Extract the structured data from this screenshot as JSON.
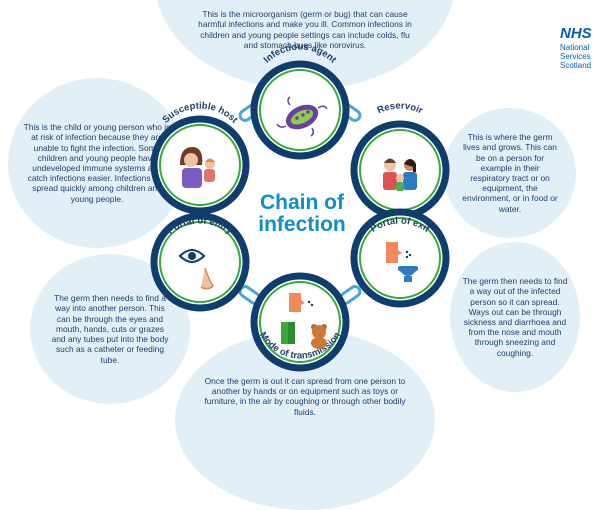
{
  "title": "Chain of\ninfection",
  "logo": {
    "mark": "NHS",
    "sub": "National\nServices\nScotland"
  },
  "colors": {
    "ring": "#0f3d6e",
    "ring_fill": "#ffffff",
    "link": "#4aa8d8",
    "band": "#3aaa35",
    "blob": "#e3eff7",
    "title": "#0c8fcf",
    "text": "#1f3f6b"
  },
  "nodes": [
    {
      "label": "Infectious agent",
      "icon": "bacteria-icon"
    },
    {
      "label": "Reservoir",
      "icon": "family-icon"
    },
    {
      "label": "Portal of exit",
      "icon": "sneeze-toilet-icon"
    },
    {
      "label": "Mode of transmission",
      "icon": "sneeze-teddy-door-icon"
    },
    {
      "label": "Portal of entry",
      "icon": "eye-nose-icon"
    },
    {
      "label": "Susceptible host",
      "icon": "mother-child-icon"
    }
  ],
  "descriptions": {
    "infectious_agent": "This is the microorganism (germ or bug) that can cause harmful infections and make you ill. Common infections in children and young people settings can include colds, flu and stomach bugs like norovirus.",
    "reservoir": "This is where the germ lives and grows. This can be on a person for example in their respiratory tract or on equipment, the environment, or in food or water.",
    "portal_of_exit": "The germ then needs to find a way out of the infected person so it can spread. Ways out can be through sickness and diarrhoea and from the nose and mouth through sneezing and coughing.",
    "mode_of_transmission": "Once the germ is out it can spread from one person to another by hands or on equipment such as toys or furniture, in the air by coughing or through other bodily fluids.",
    "portal_of_entry": "The germ then needs to find a way into another person. This can be through the eyes and mouth, hands, cuts or grazes and any tubes put into the body such as a catheter or feeding tube.",
    "susceptible_host": "This is the child or young person who is at risk of infection because they are unable to fight the infection. Some children and young people have undeveloped immune systems and catch infections easier. Infections can spread quickly among children and young people."
  }
}
